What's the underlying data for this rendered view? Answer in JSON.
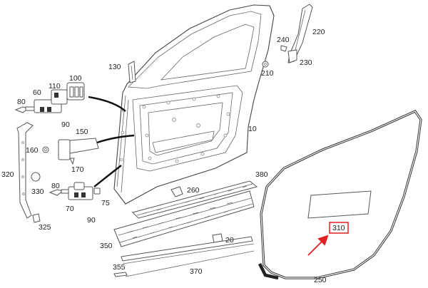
{
  "labels": {
    "l10": "10",
    "l20": "20",
    "l60": "60",
    "l70": "70",
    "l75": "75",
    "l80a": "80",
    "l80b": "80",
    "l90a": "90",
    "l90b": "90",
    "l100": "100",
    "l110": "110",
    "l130": "130",
    "l150": "150",
    "l160": "160",
    "l170": "170",
    "l210": "210",
    "l220": "220",
    "l230": "230",
    "l240": "240",
    "l250": "250",
    "l260": "260",
    "l310": "310",
    "l320": "320",
    "l325": "325",
    "l330": "330",
    "l350": "350",
    "l355": "355",
    "l370": "370",
    "l380": "380"
  },
  "highlight": {
    "part": "310",
    "box_color": "#e02020",
    "arrow_color": "#e02020"
  }
}
